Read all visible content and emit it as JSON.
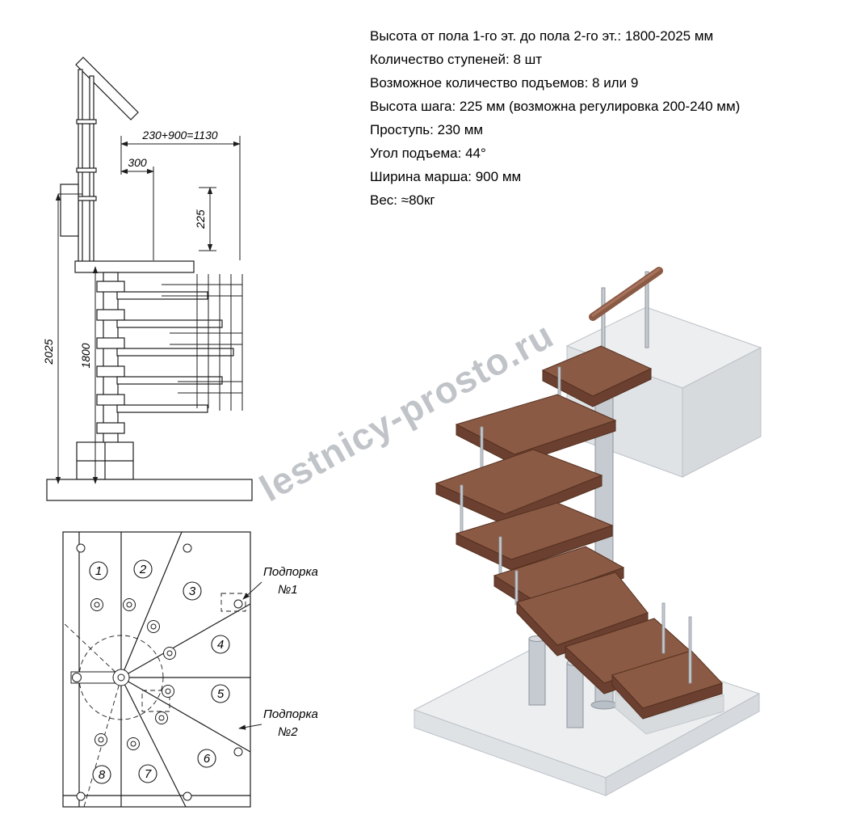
{
  "specs": {
    "lines": [
      "Высота от пола 1-го эт. до пола 2-го эт.: 1800-2025 мм",
      "Количество ступеней: 8 шт",
      "Возможное количество подъемов: 8 или 9",
      "Высота шага: 225 мм (возможна регулировка 200-240 мм)",
      "Проступь: 230 мм",
      "Угол подъема: 44°",
      "Ширина марша: 900 мм",
      "Вес: ≈80кг"
    ]
  },
  "elevation": {
    "dim_total_width": "230+900=1130",
    "dim_top_run": "300",
    "dim_step_height": "225",
    "dim_height_max": "2025",
    "dim_height_min": "1800"
  },
  "plan": {
    "step_numbers": [
      "1",
      "2",
      "3",
      "4",
      "5",
      "6",
      "7",
      "8"
    ],
    "support_labels": [
      {
        "line1": "Подпорка",
        "line2": "№1"
      },
      {
        "line1": "Подпорка",
        "line2": "№2"
      }
    ]
  },
  "watermark": "lestnicy-prosto.ru",
  "colors": {
    "line": "#1c1c1c",
    "tread_top": "#8a5a45",
    "tread_front": "#6b4030",
    "metal": "#c6cbd1",
    "slab_top": "#eceef0",
    "slab_side": "#d9dcdf",
    "watermark": "#8e959c"
  }
}
